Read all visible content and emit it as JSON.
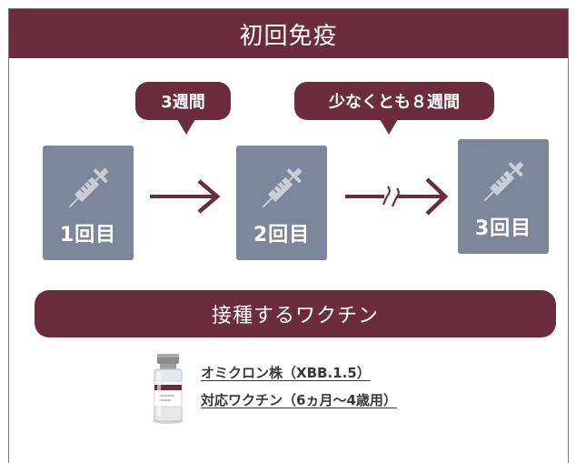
{
  "header": {
    "title": "初回免疫"
  },
  "intervals": [
    {
      "label": "3週間"
    },
    {
      "label": "少なくとも８週間"
    }
  ],
  "doses": [
    {
      "label": "1回目",
      "icon": "syringe-icon"
    },
    {
      "label": "2回目",
      "icon": "syringe-icon"
    },
    {
      "label": "3回目",
      "icon": "syringe-icon"
    }
  ],
  "vaccine_section": {
    "title": "接種するワクチン",
    "line1": "オミクロン株（XBB.1.5）",
    "line2": "対応ワクチン（6ヵ月〜4歳用）",
    "icon": "vaccine-vial-icon"
  },
  "colors": {
    "primary": "#6b2c3e",
    "card": "#7d879c"
  }
}
